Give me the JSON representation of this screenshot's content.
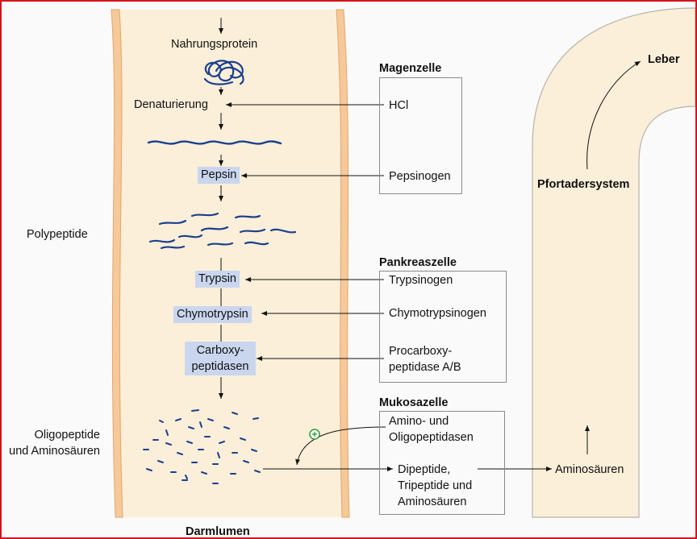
{
  "lumen": {
    "title": "Darmlumen",
    "food_label": "Nahrungsprotein",
    "denaturation_label": "Denaturierung",
    "polypeptide_label": "Polypeptide",
    "oligo_label": "Oligopeptide\nund Aminosäuren"
  },
  "enzymes": {
    "pepsin": "Pepsin",
    "trypsin": "Trypsin",
    "chymotrypsin": "Chymotrypsin",
    "carboxypeptidase": "Carboxy-\npeptidasen"
  },
  "stomach_cell": {
    "title": "Magenzelle",
    "hcl": "HCl",
    "pepsinogen": "Pepsinogen"
  },
  "pancreas_cell": {
    "title": "Pankreaszelle",
    "trypsinogen": "Trypsinogen",
    "chymotrypsinogen": "Chymotrypsinogen",
    "procarboxypeptidase": "Procarboxy-\npeptidase A/B"
  },
  "mucosa_cell": {
    "title": "Mukosazelle",
    "peptidases": "Amino- und\nOligopeptidasen",
    "products": "Dipeptide,\nTripeptide und\nAminosäuren"
  },
  "portal": {
    "title": "Pfortadersystem",
    "liver": "Leber",
    "amino_acids": "Aminosäuren"
  },
  "activation_symbol": "+",
  "colors": {
    "lumen_fill": "#fbefd9",
    "wall": "#f5c99a",
    "wall_edge": "#e8a469",
    "peptide": "#1b3f8f",
    "enzyme_box": "#c9d6ee",
    "activation": "#2e9b3a",
    "frame": "#d2151b"
  }
}
